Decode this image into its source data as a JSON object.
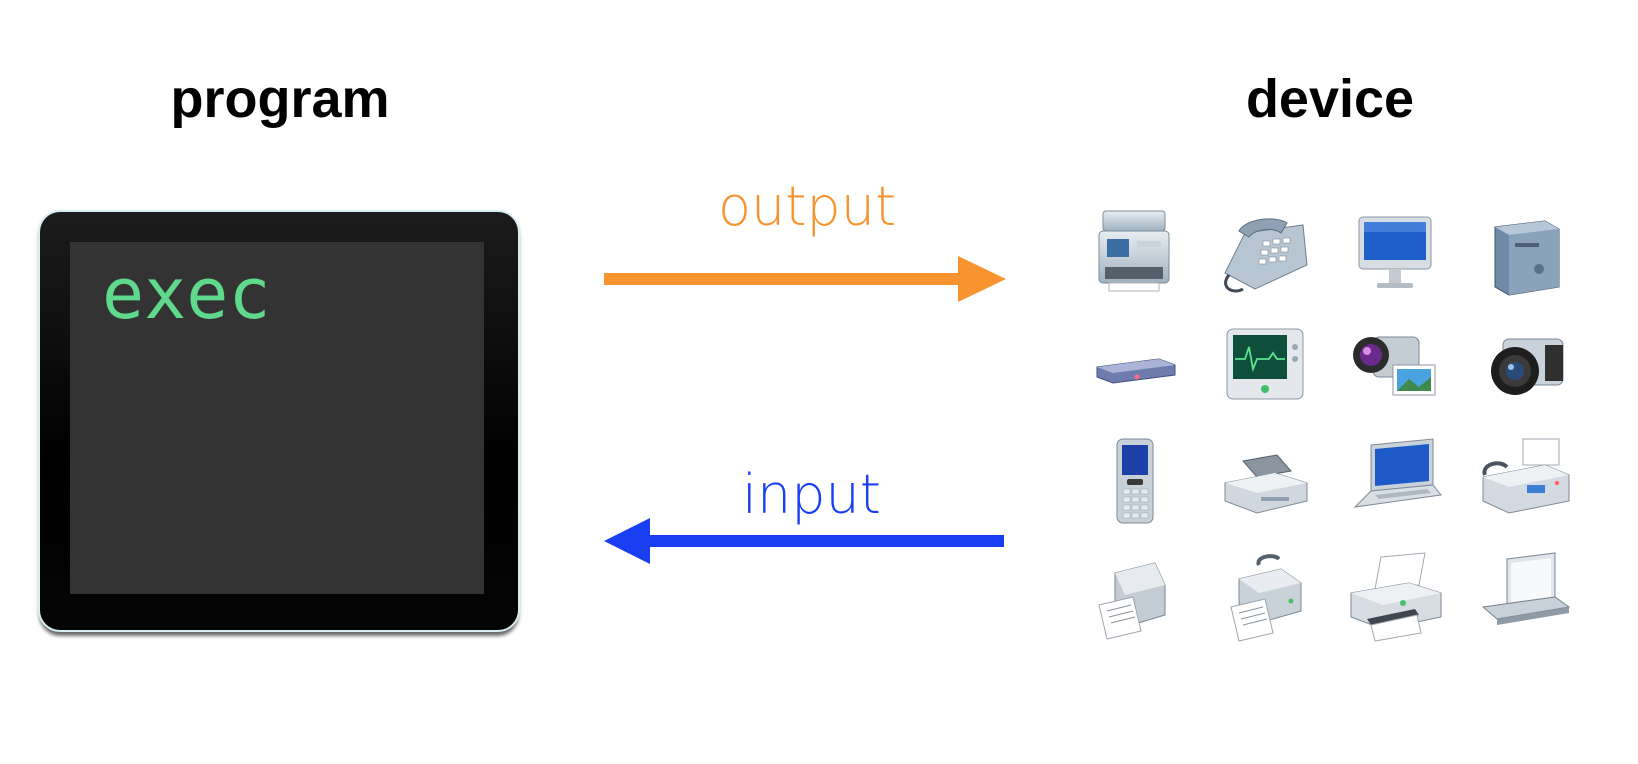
{
  "program": {
    "heading": "program",
    "terminal_text": "exec"
  },
  "device": {
    "heading": "device",
    "icons": [
      "multifunction-printer-icon",
      "desk-phone-icon",
      "desktop-monitor-icon",
      "server-tower-icon",
      "network-router-icon",
      "heart-monitor-icon",
      "video-camera-icon",
      "photo-camera-icon",
      "mobile-phone-icon",
      "flatbed-scanner-icon",
      "laptop-icon",
      "fax-machine-icon",
      "receipt-printer-icon",
      "fax-printer-icon",
      "inkjet-printer-icon",
      "scanner-icon"
    ]
  },
  "arrows": {
    "output": {
      "label": "output",
      "color": "#f7942f"
    },
    "input": {
      "label": "input",
      "color": "#1a3ff2"
    }
  },
  "colors": {
    "terminal_text": "#5fd98b"
  }
}
